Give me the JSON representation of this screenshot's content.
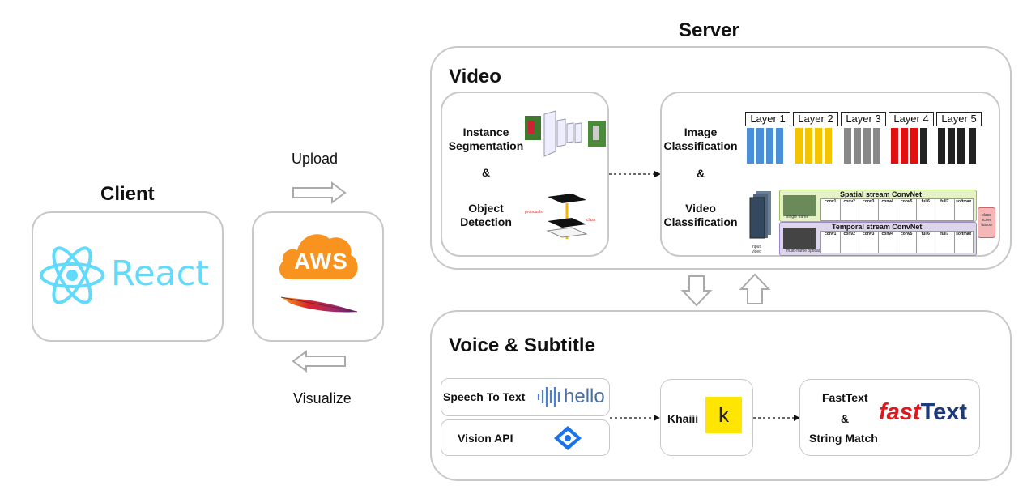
{
  "server": {
    "title": "Server"
  },
  "client": {
    "title": "Client",
    "react_label": "React"
  },
  "middle": {
    "upload": "Upload",
    "visualize": "Visualize",
    "aws_label": "AWS"
  },
  "video": {
    "title": "Video",
    "instance_segmentation": "Instance\nSegmentation",
    "amp1": "&",
    "object_detection": "Object\nDetection",
    "image_classification": "Image\nClassification",
    "amp2": "&",
    "video_classification": "Video\nClassification",
    "layers": [
      "Layer 1",
      "Layer 2",
      "Layer 3",
      "Layer 4",
      "Layer 5"
    ],
    "spatial_title": "Spatial stream ConvNet",
    "temporal_title": "Temporal stream ConvNet",
    "single_frame": "single frame",
    "multi_frame": "multi-frame optical flow",
    "input_video": "input video",
    "class_fusion": "class score fusion",
    "stream_cells": [
      "conv1",
      "conv2",
      "conv3",
      "conv4",
      "conv5",
      "full6",
      "full7",
      "softmax"
    ]
  },
  "voice": {
    "title": "Voice & Subtitle",
    "speech_to_text": "Speech To Text",
    "hello": "hello",
    "vision_api": "Vision API",
    "khaiii": "Khaiii",
    "k_logo": "k",
    "fasttext": "FastText",
    "amp": "&",
    "string_match": "String Match",
    "fasttext_logo_a": "fast",
    "fasttext_logo_b": "Text"
  },
  "colors": {
    "react": "#61dafb",
    "aws": "#f7931e",
    "khaiii": "#ffe600",
    "fasttext_red": "#e0181b",
    "fasttext_blue": "#1d3b7a",
    "vision": "#1a73e8"
  }
}
